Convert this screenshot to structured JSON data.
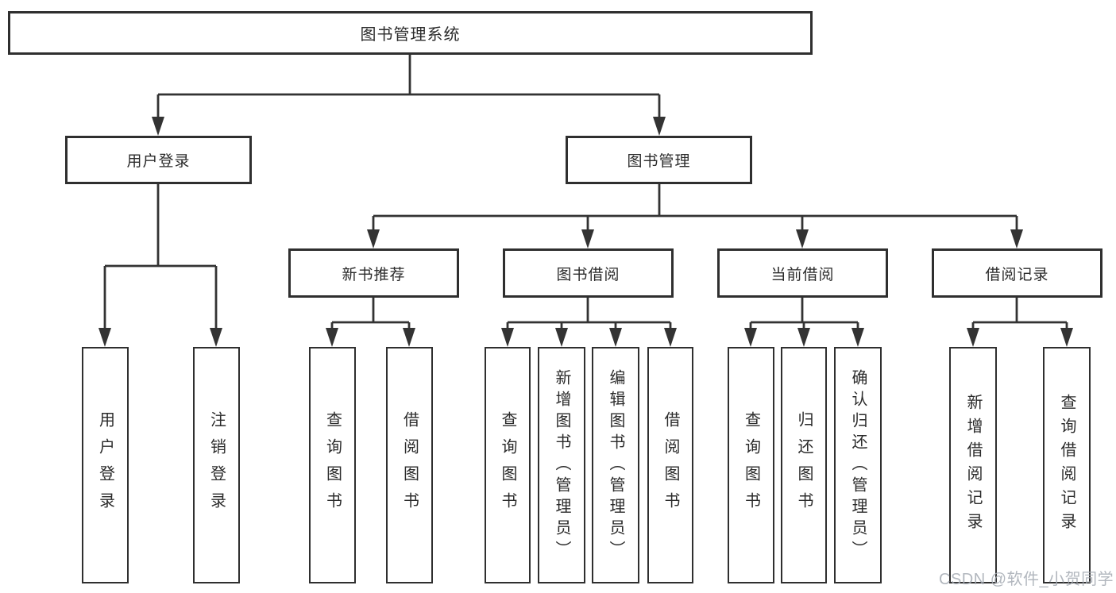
{
  "diagram_type": "hierarchy",
  "tree": {
    "label": "图书管理系统",
    "children": [
      {
        "label": "用户登录",
        "children": [
          {
            "label": "用户登录"
          },
          {
            "label": "注销登录"
          }
        ]
      },
      {
        "label": "图书管理",
        "children": [
          {
            "label": "新书推荐",
            "children": [
              {
                "label": "查询图书"
              },
              {
                "label": "借阅图书"
              }
            ]
          },
          {
            "label": "图书借阅",
            "children": [
              {
                "label": "查询图书"
              },
              {
                "label": "新增图书（管理员）"
              },
              {
                "label": "编辑图书（管理员）"
              },
              {
                "label": "借阅图书"
              }
            ]
          },
          {
            "label": "当前借阅",
            "children": [
              {
                "label": "查询图书"
              },
              {
                "label": "归还图书"
              },
              {
                "label": "确认归还（管理员）"
              }
            ]
          },
          {
            "label": "借阅记录",
            "children": [
              {
                "label": "新增借阅记录"
              },
              {
                "label": "查询借阅记录"
              }
            ]
          }
        ]
      }
    ]
  },
  "watermark": {
    "text": "CSDN @软件_小贺同学"
  },
  "colors": {
    "line": "#333333",
    "box_border": "#2f2f2f",
    "text": "#2b2b2b",
    "watermark": "#a4aab3",
    "background": "#ffffff"
  }
}
